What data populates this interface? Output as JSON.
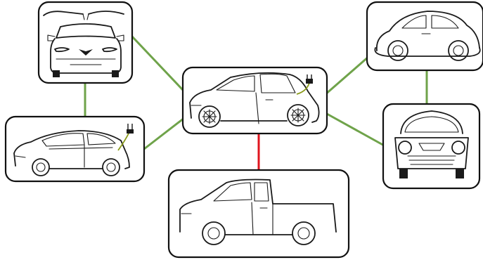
{
  "diagram": {
    "nodes": [
      {
        "id": "center",
        "icon": "hatchback-ev-icon"
      },
      {
        "id": "top-left",
        "icon": "suv-front-falcon-doors-icon"
      },
      {
        "id": "mid-left",
        "icon": "hybrid-hatchback-icon"
      },
      {
        "id": "top-right",
        "icon": "vintage-beetle-icon"
      },
      {
        "id": "mid-right",
        "icon": "mini-cooper-front-icon"
      },
      {
        "id": "bottom",
        "icon": "pickup-truck-icon"
      }
    ],
    "edges": [
      {
        "from": "center",
        "to": "top-left",
        "color": "#6fa34a"
      },
      {
        "from": "center",
        "to": "mid-left",
        "color": "#6fa34a"
      },
      {
        "from": "top-left",
        "to": "mid-left",
        "color": "#6fa34a"
      },
      {
        "from": "center",
        "to": "top-right",
        "color": "#6fa34a"
      },
      {
        "from": "center",
        "to": "mid-right",
        "color": "#6fa34a"
      },
      {
        "from": "top-right",
        "to": "mid-right",
        "color": "#6fa34a"
      },
      {
        "from": "center",
        "to": "bottom",
        "color": "#e0141e"
      }
    ],
    "colors": {
      "link": "#6fa34a",
      "highlight": "#e0141e",
      "ink": "#1a1a1a",
      "plug": "#8a9a1a"
    }
  }
}
